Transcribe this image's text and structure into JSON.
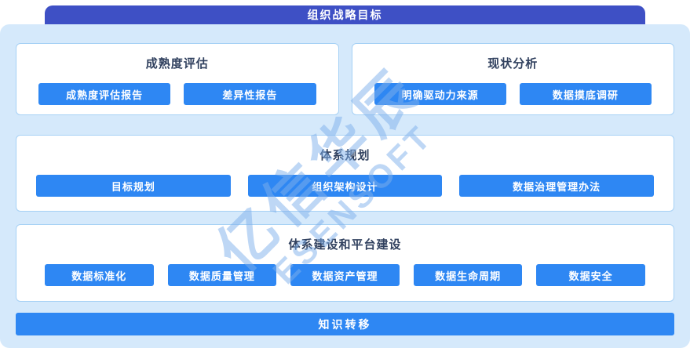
{
  "header": {
    "title": "组织战略目标"
  },
  "boxes": {
    "maturity": {
      "title": "成熟度评估",
      "buttons": [
        "成熟度评估报告",
        "差异性报告"
      ]
    },
    "status": {
      "title": "现状分析",
      "buttons": [
        "明确驱动力来源",
        "数据摸底调研"
      ]
    },
    "planning": {
      "title": "体系规划",
      "buttons": [
        "目标规划",
        "组织架构设计",
        "数据治理管理办法"
      ]
    },
    "construction": {
      "title": "体系建设和平台建设",
      "buttons": [
        "数据标准化",
        "数据质量管理",
        "数据资产管理",
        "数据生命周期",
        "数据安全"
      ]
    }
  },
  "footer": {
    "label": "知识转移"
  },
  "watermark": {
    "line1": "亿信华辰",
    "line2": "ESENSOFT"
  },
  "colors": {
    "header_bg": "#3e50c5",
    "panel_bg": "#d5e9fb",
    "box_border": "#a6d1f5",
    "node_bg": "#2e87f3",
    "footer_bg": "#2e87f3",
    "title_text": "#31415f"
  }
}
